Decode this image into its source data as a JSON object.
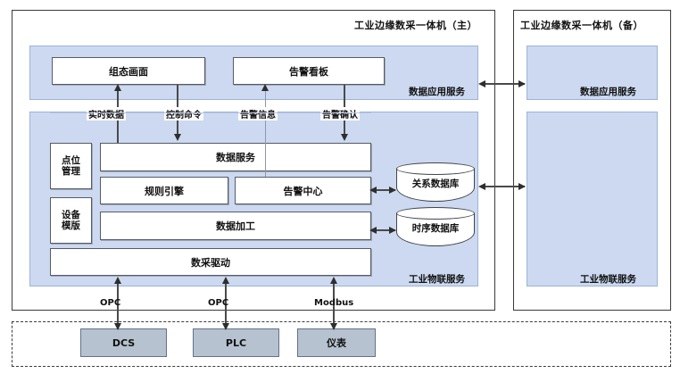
{
  "diagram": {
    "title_main": "工业边缘数采一体机（主）",
    "title_backup": "工业边缘数采一体机（备）"
  },
  "main_machine": {
    "app_layer": {
      "caption": "数据应用服务",
      "boxes": [
        {
          "label": "组态画面"
        },
        {
          "label": "告警看板"
        }
      ]
    },
    "iot_layer": {
      "caption": "工业物联服务",
      "side_boxes": [
        {
          "line1": "点位",
          "line2": "管理"
        },
        {
          "line1": "设备",
          "line2": "模版"
        }
      ],
      "service_boxes": [
        {
          "label": "数据服务"
        },
        {
          "label": "规则引擎"
        },
        {
          "label": "告警中心"
        },
        {
          "label": "数据加工"
        },
        {
          "label": "数采驱动"
        }
      ],
      "databases": [
        {
          "label": "关系数据库"
        },
        {
          "label": "时序数据库"
        }
      ]
    }
  },
  "backup_machine": {
    "panels": [
      {
        "caption": "数据应用服务"
      },
      {
        "caption": "工业物联服务"
      }
    ]
  },
  "flow_labels": {
    "realtime_data": "实时数据",
    "control_command": "控制命令",
    "alarm_info": "告警信息",
    "alarm_ack": "告警确认"
  },
  "protocols": [
    {
      "label": "OPC"
    },
    {
      "label": "OPC"
    },
    {
      "label": "Modbus"
    }
  ],
  "field_devices": [
    {
      "label": "DCS"
    },
    {
      "label": "PLC"
    },
    {
      "label": "仪表"
    }
  ],
  "colors": {
    "panel_fill": "#ccd9f0",
    "panel_border": "#9db3da",
    "box_border": "#555c66",
    "device_fill": "#b6c2cf",
    "outline": "#3b3b3b"
  }
}
